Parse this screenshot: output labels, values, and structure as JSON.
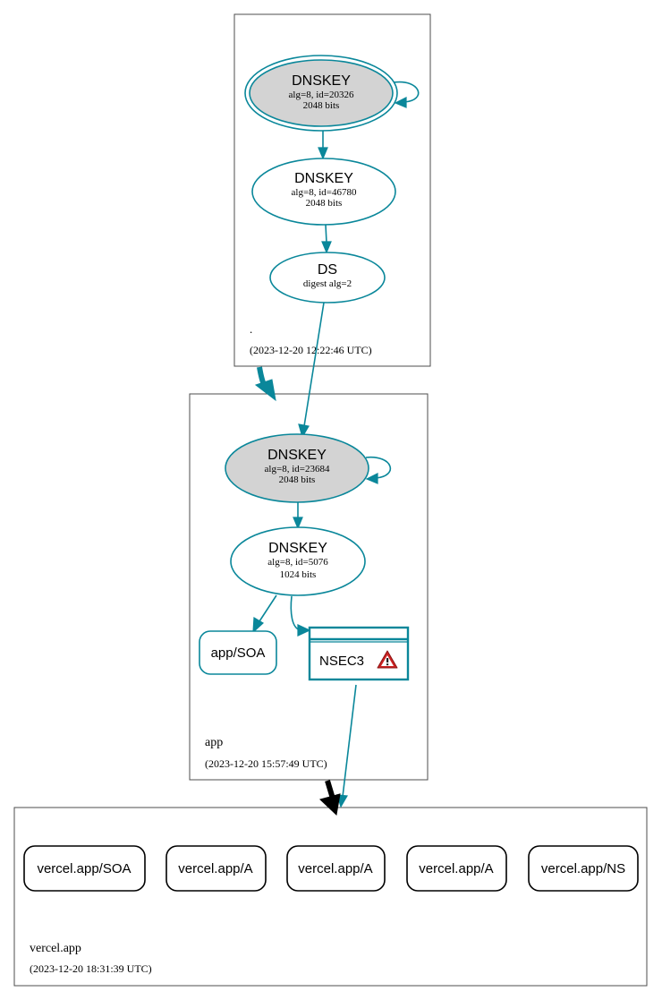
{
  "zones": {
    "root": {
      "name": ".",
      "timestamp": "(2023-12-20 12:22:46 UTC)"
    },
    "app": {
      "name": "app",
      "timestamp": "(2023-12-20 15:57:49 UTC)"
    },
    "vercel": {
      "name": "vercel.app",
      "timestamp": "(2023-12-20 18:31:39 UTC)"
    }
  },
  "nodes": {
    "root_ksk": {
      "type": "DNSKEY",
      "detail": "alg=8, id=20326",
      "size": "2048 bits"
    },
    "root_zsk": {
      "type": "DNSKEY",
      "detail": "alg=8, id=46780",
      "size": "2048 bits"
    },
    "app_ds": {
      "type": "DS",
      "detail": "digest alg=2"
    },
    "app_ksk": {
      "type": "DNSKEY",
      "detail": "alg=8, id=23684",
      "size": "2048 bits"
    },
    "app_zsk": {
      "type": "DNSKEY",
      "detail": "alg=8, id=5076",
      "size": "1024 bits"
    },
    "app_soa": {
      "label": "app/SOA"
    },
    "nsec3": {
      "label": "NSEC3"
    }
  },
  "records": [
    {
      "label": "vercel.app/SOA"
    },
    {
      "label": "vercel.app/A"
    },
    {
      "label": "vercel.app/A"
    },
    {
      "label": "vercel.app/A"
    },
    {
      "label": "vercel.app/NS"
    }
  ],
  "colors": {
    "secure": "#0a879a",
    "key_fill": "#d3d3d3",
    "delegation_insecure": "#000000",
    "warning": "#cc2222"
  }
}
